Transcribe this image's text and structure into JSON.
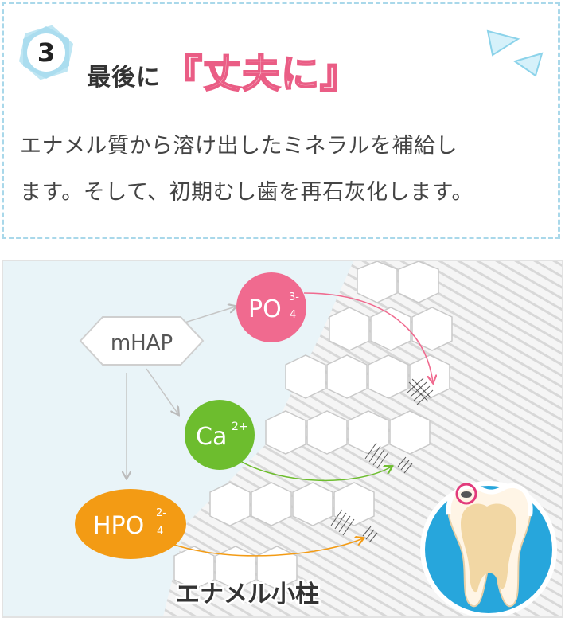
{
  "header": {
    "number": "3",
    "title_main": "最後に",
    "title_emphasis": "『丈夫に』"
  },
  "description": {
    "line1": "エナメル質から溶け出したミネラルを補給し",
    "line2": "ます。そして、初期むし歯を再石灰化します。"
  },
  "diagram": {
    "source": "mHAP",
    "po4_main": "PO",
    "po4_sup": "3-",
    "po4_sub": "4",
    "ca_main": "Ca",
    "ca_sup": "2+",
    "hpo4_main": "HPO",
    "hpo4_sup": "2-",
    "hpo4_sub": "4",
    "caption": "エナメル小柱"
  },
  "colors": {
    "po4": "#f06a8f",
    "ca": "#6dbd2e",
    "hpo4": "#f39b14",
    "badge": "#a9dcee",
    "tooth_bg": "#27a6dc",
    "border": "#a9d8ea"
  }
}
